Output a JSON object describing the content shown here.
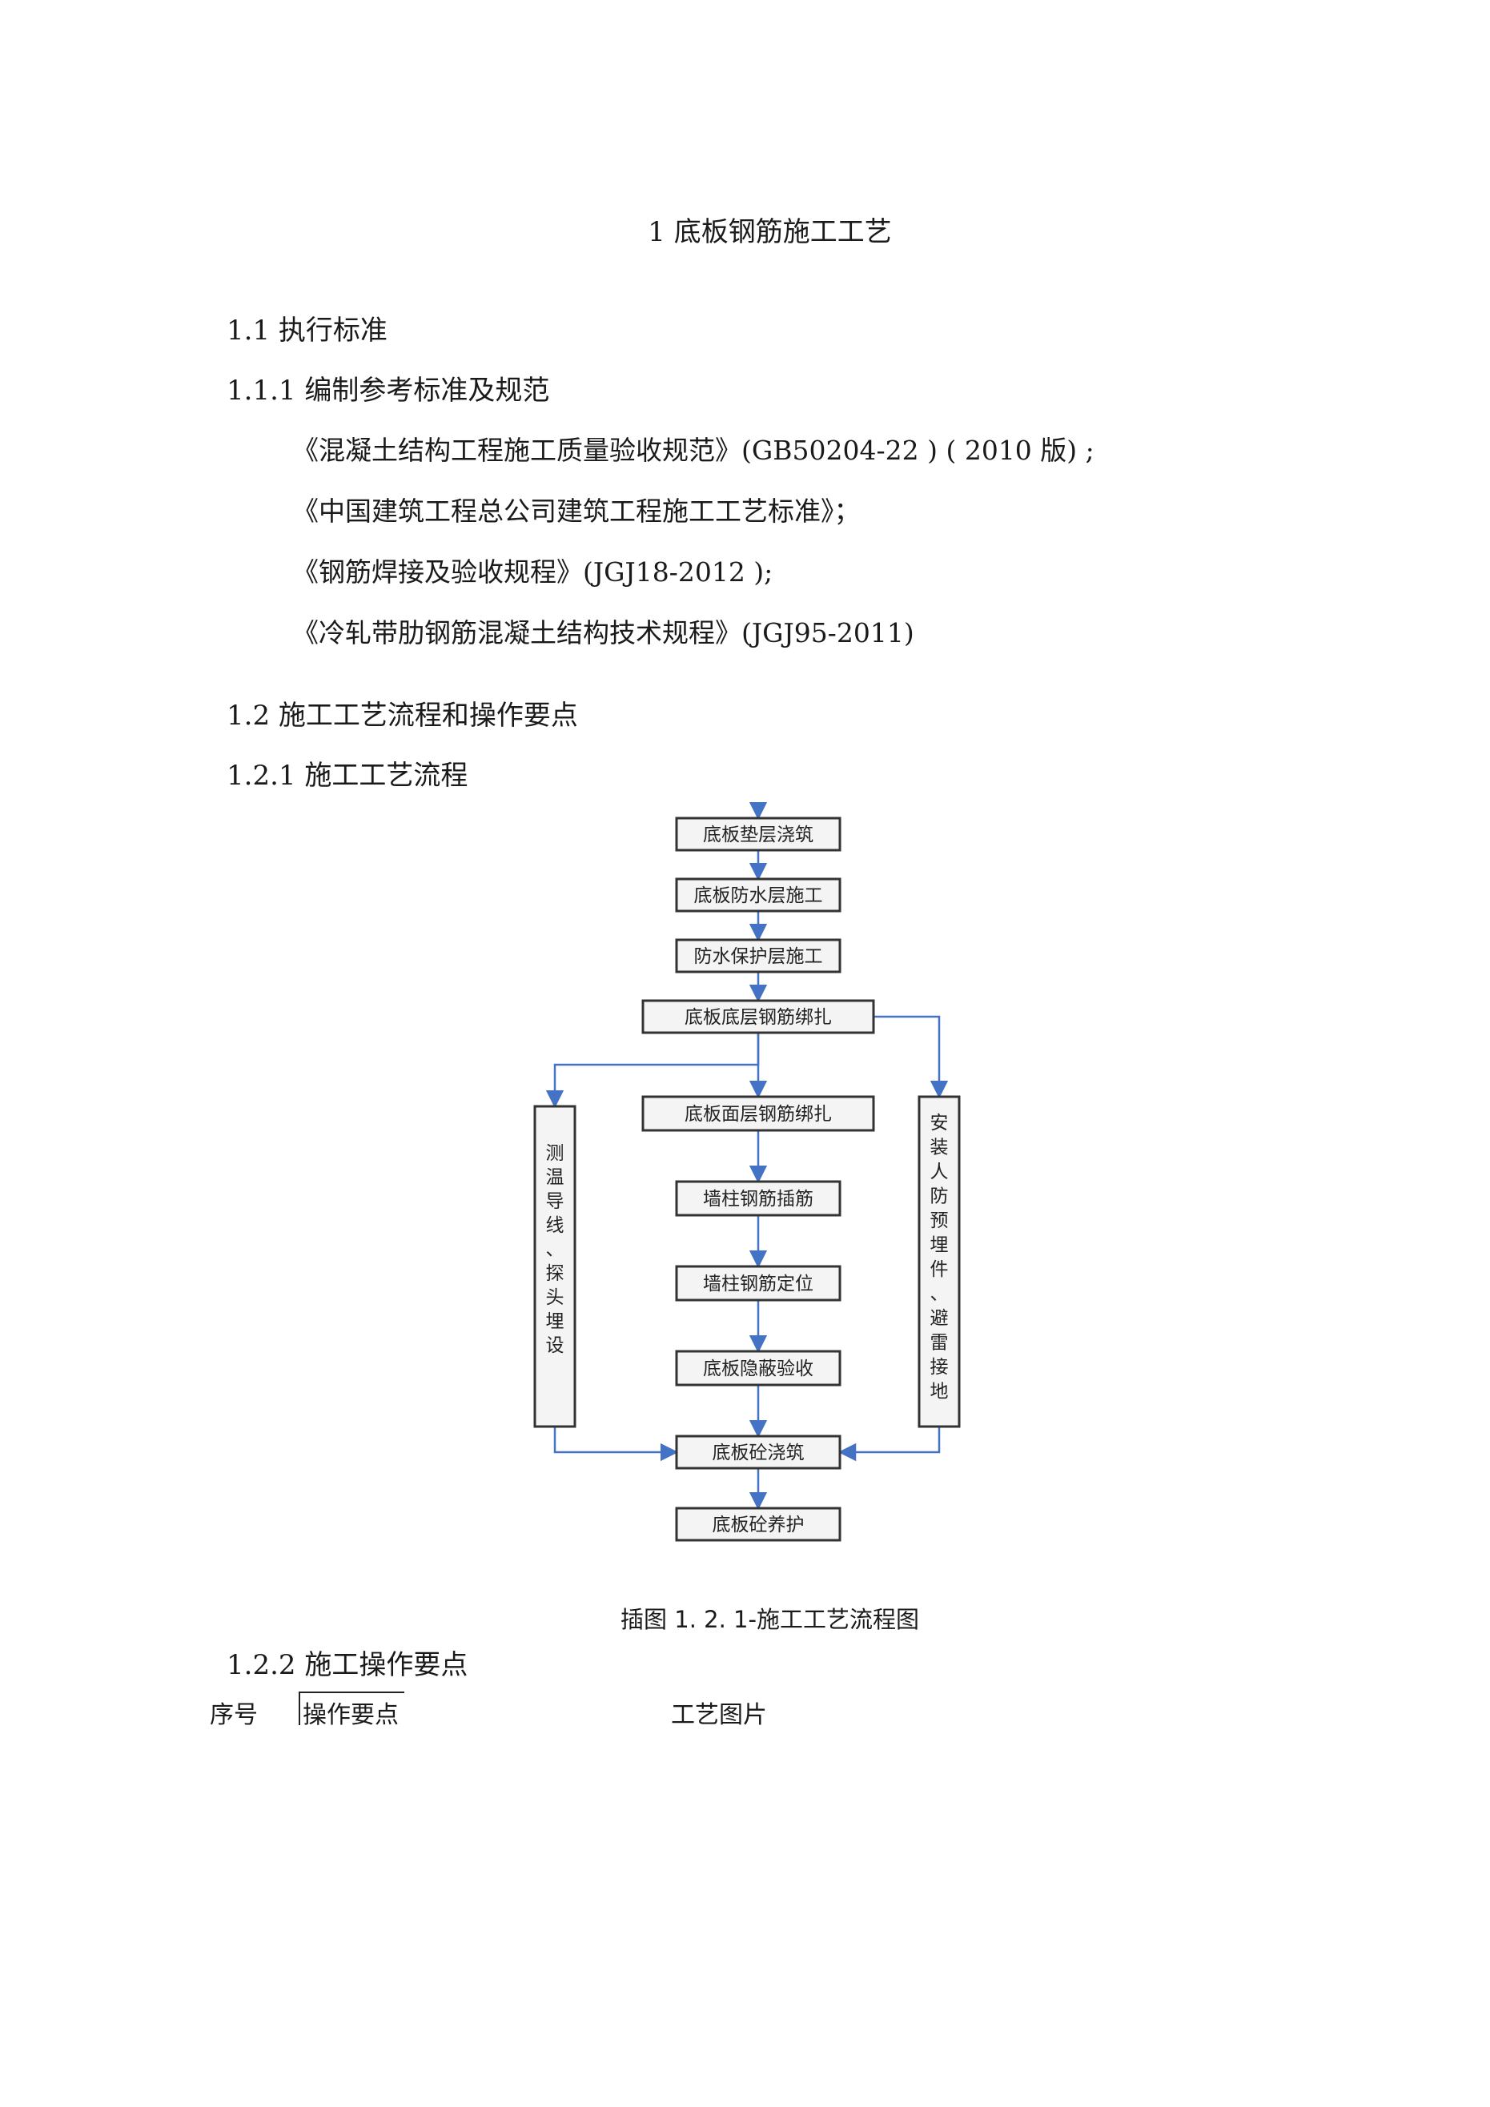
{
  "title": "1 底板钢筋施工工艺",
  "section_1_1": "1.1 执行标准",
  "section_1_1_1": "1.1.1 编制参考标准及规范",
  "references": [
    "《混凝土结构工程施工质量验收规范》(GB50204-22 ) ( 2010 版) ;",
    "《中国建筑工程总公司建筑工程施工工艺标准》；",
    "《钢筋焊接及验收规程》(JGJ18-2012 );",
    "《冷轧带肋钢筋混凝土结构技术规程》(JGJ95-2011)"
  ],
  "section_1_2": "1.2 施工工艺流程和操作要点",
  "section_1_2_1": "1.2.1 施工工艺流程",
  "flowchart": {
    "steps": [
      "底板垫层浇筑",
      "底板防水层施工",
      "防水保护层施工",
      "底板底层钢筋绑扎",
      "底板面层钢筋绑扎",
      "墙柱钢筋插筋",
      "墙柱钢筋定位",
      "底板隐蔽验收",
      "底板砼浇筑",
      "底板砼养护"
    ],
    "left_branch": [
      "测",
      "温",
      "导",
      "线",
      "、",
      "探",
      "头",
      "埋",
      "设"
    ],
    "right_branch": [
      "安",
      "装",
      "人",
      "防",
      "预",
      "埋",
      "件",
      "、",
      "避",
      "雷",
      "接",
      "地"
    ],
    "box_fill": "#f4f4f4",
    "box_stroke": "#333333",
    "arrow_color": "#4472c4"
  },
  "figure_caption": "插图 1. 2. 1-施工工艺流程图",
  "section_1_2_2": "1.2.2 施工操作要点",
  "table_headers": {
    "seq": "序号",
    "points": "操作要点",
    "photo": "工艺图片"
  }
}
